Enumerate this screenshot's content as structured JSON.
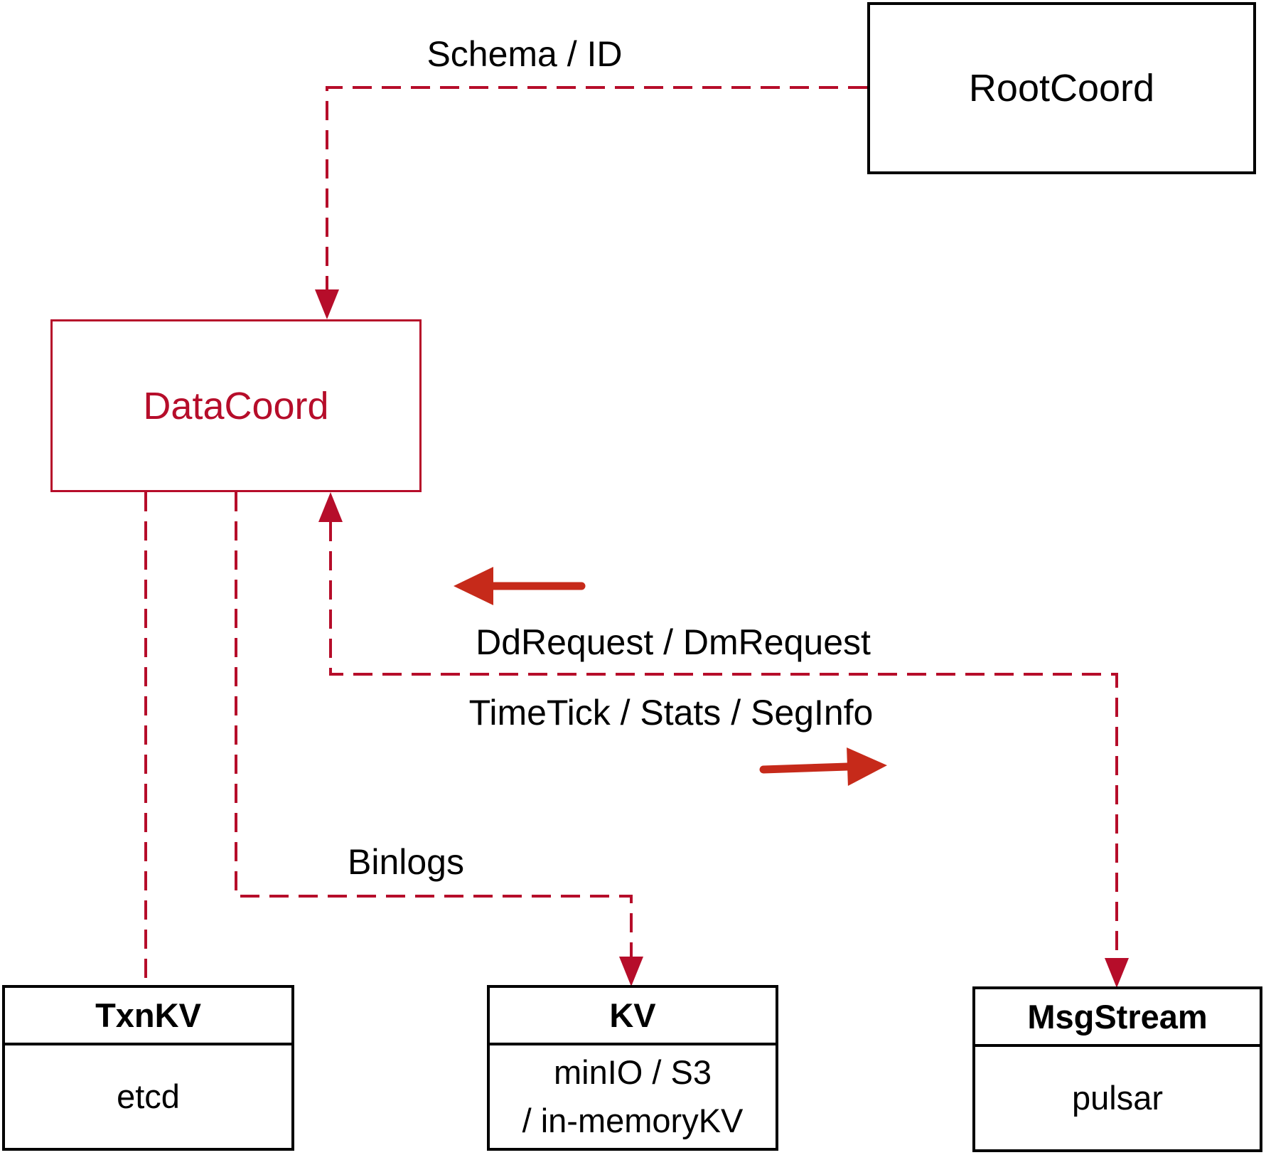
{
  "diagram": {
    "nodes": {
      "rootcoord": {
        "label": "RootCoord"
      },
      "datacoord": {
        "label": "DataCoord"
      },
      "txnkv": {
        "title": "TxnKV",
        "body": "etcd"
      },
      "kv": {
        "title": "KV",
        "body_lines": [
          "minIO / S3",
          "/ in-memoryKV"
        ]
      },
      "msgstream": {
        "title": "MsgStream",
        "body": "pulsar"
      }
    },
    "edge_labels": {
      "schema_id": "Schema / ID",
      "dd_dm_request": "DdRequest / DmRequest",
      "timetick_stats_seginfo": "TimeTick / Stats / SegInfo",
      "binlogs": "Binlogs"
    },
    "colors": {
      "dashed_line": "#b60d2a",
      "solid_arrow": "#c62a1a",
      "datacoord_accent": "#b60d2a",
      "box_border": "#000000",
      "text": "#000000",
      "background": "#ffffff"
    }
  }
}
